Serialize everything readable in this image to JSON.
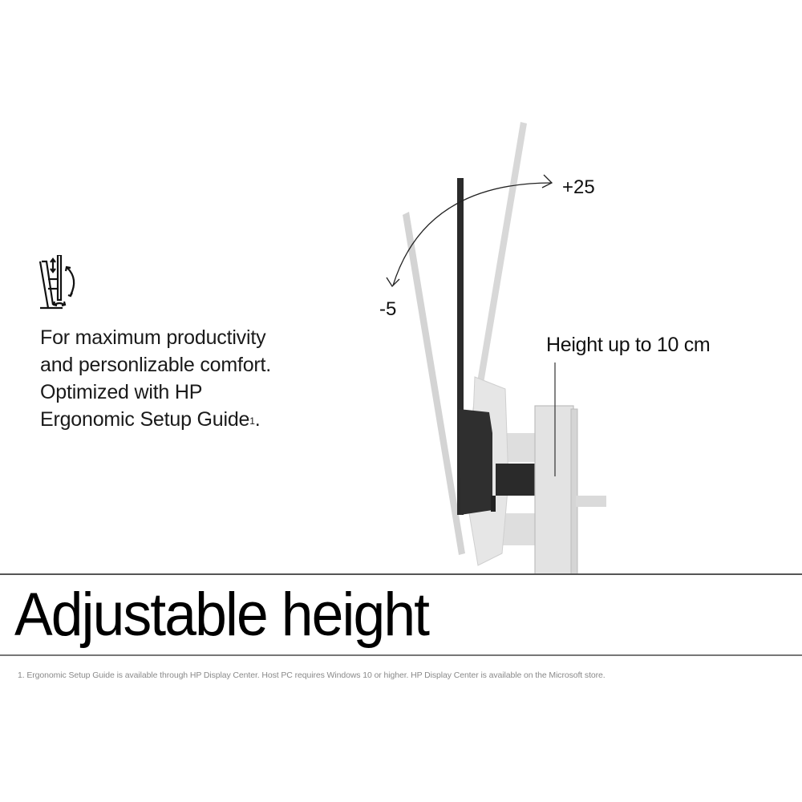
{
  "feature": {
    "icon": "ergonomic-monitor-adjust-icon",
    "description_lines": [
      "For maximum productivity",
      "and personlizable comfort.",
      "Optimized with HP",
      "Ergonomic Setup Guide"
    ],
    "footnote_marker": "1",
    "trailing_period": "."
  },
  "illustration": {
    "tilt_forward_label": "+25",
    "tilt_back_label": "-5",
    "height_label": "Height up to 10 cm",
    "colors": {
      "monitor_dark": "#2b2b2b",
      "monitor_ghost": "#d6d6d6",
      "stand": "#e4e4e4",
      "stand_edge": "#bdbdbd"
    }
  },
  "headline": "Adjustable height",
  "footnote": "1. Ergonomic Setup Guide is available through HP Display Center. Host PC requires Windows 10 or higher. HP Display Center is available on the Microsoft store."
}
